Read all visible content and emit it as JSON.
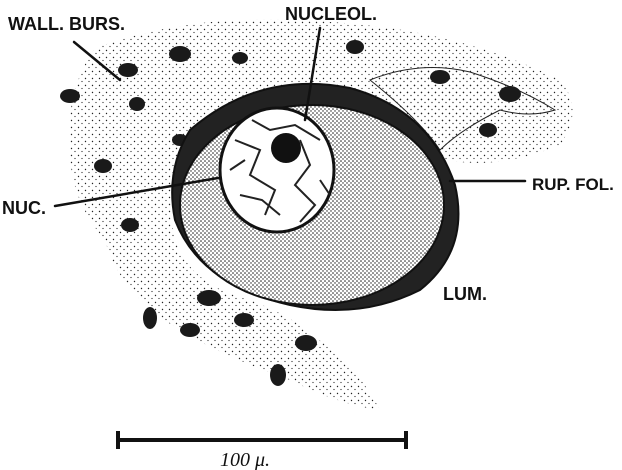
{
  "figure": {
    "labels": {
      "wall_burs": "WALL. BURS.",
      "nucleol": "NUCLEOL.",
      "nuc": "NUC.",
      "rup_fol": "RUP. FOL.",
      "lum": "LUM."
    },
    "scale_bar": {
      "label": "100 μ.",
      "value": 100,
      "unit": "μ"
    },
    "colors": {
      "ink": "#111111",
      "paper": "#ffffff"
    }
  }
}
